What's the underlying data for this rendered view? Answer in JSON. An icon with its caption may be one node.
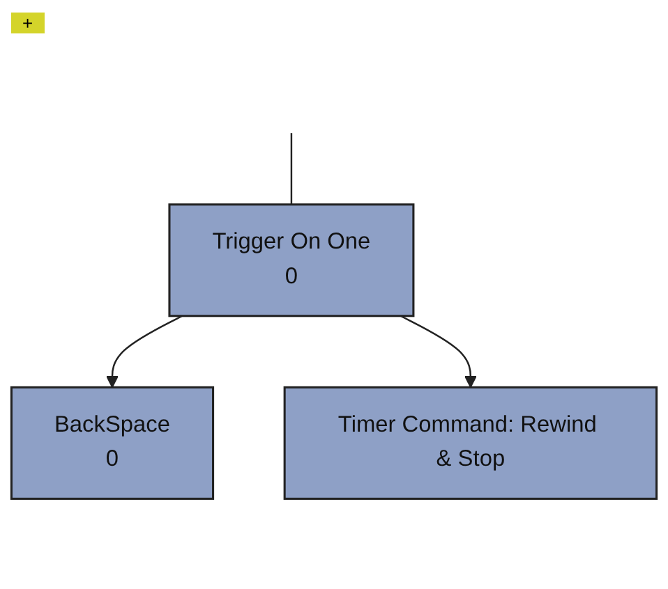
{
  "diagram": {
    "nodes": [
      {
        "text": [
          "Trigger On One",
          "0"
        ]
      },
      {
        "text": [
          "BackSpace",
          "0"
        ]
      },
      {
        "text": [
          "Timer Command: Rewind & Stop"
        ]
      }
    ],
    "edges": [
      {
        "from": null,
        "to": 0,
        "arrow": "none"
      },
      {
        "from": 0,
        "to": 1,
        "arrow": "to"
      },
      {
        "from": 0,
        "to": 2,
        "arrow": "to"
      }
    ],
    "labels": [
      "+"
    ]
  }
}
